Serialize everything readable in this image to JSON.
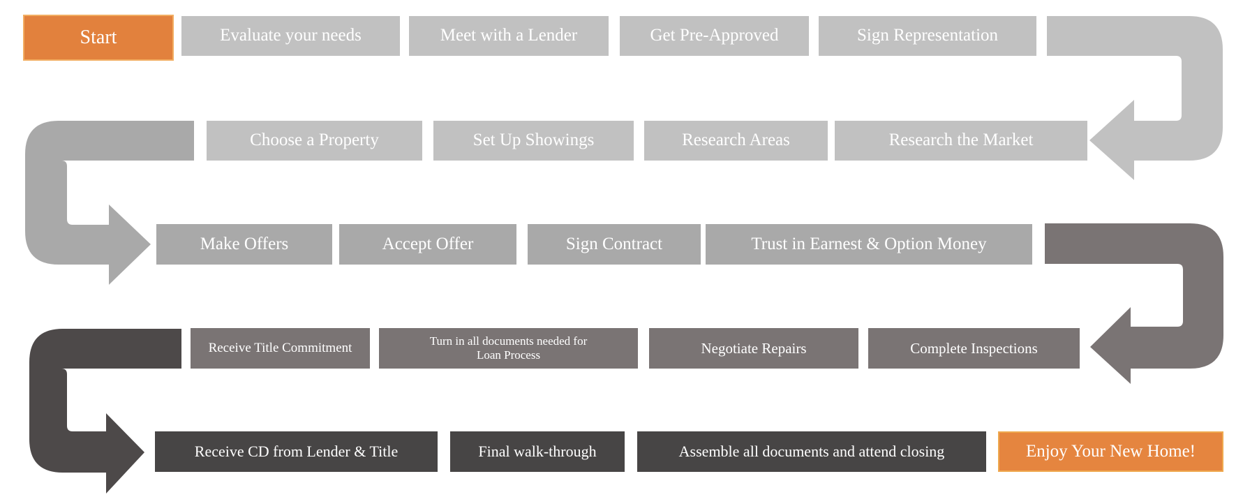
{
  "diagram": {
    "rows": [
      {
        "items": [
          {
            "label": "Start"
          },
          {
            "label": "Evaluate your needs"
          },
          {
            "label": "Meet with a Lender"
          },
          {
            "label": "Get Pre-Approved"
          },
          {
            "label": "Sign Representation"
          }
        ]
      },
      {
        "items": [
          {
            "label": "Choose a Property"
          },
          {
            "label": "Set Up Showings"
          },
          {
            "label": "Research Areas"
          },
          {
            "label": "Research the Market"
          }
        ]
      },
      {
        "items": [
          {
            "label": "Make Offers"
          },
          {
            "label": "Accept Offer"
          },
          {
            "label": "Sign Contract"
          },
          {
            "label": "Trust in Earnest & Option Money"
          }
        ]
      },
      {
        "items": [
          {
            "label": "Receive Title Commitment"
          },
          {
            "label": "Turn in all documents needed for Loan Process"
          },
          {
            "label": "Negotiate Repairs"
          },
          {
            "label": "Complete Inspections"
          }
        ]
      },
      {
        "items": [
          {
            "label": "Receive CD from Lender & Title"
          },
          {
            "label": "Final walk-through"
          },
          {
            "label": "Assemble all documents and attend closing"
          },
          {
            "label": "Enjoy Your New Home!"
          }
        ]
      }
    ],
    "colors": {
      "start_fill": "#E2813D",
      "start_border": "#F2AE62",
      "end_fill": "#E5853F",
      "end_border": "#EFA94F",
      "rows_1_2_gray": "#C1C1C1",
      "row_3_gray": "#A9A9A9",
      "row_4_gray": "#7A7474",
      "row_5_gray": "#474545",
      "arrow_1_2": "#C1C1C1",
      "arrow_2_3": "#A9A9A9",
      "arrow_3_4": "#7A7474",
      "arrow_4_5": "#4D4949",
      "text": "#FFFFFF"
    }
  }
}
